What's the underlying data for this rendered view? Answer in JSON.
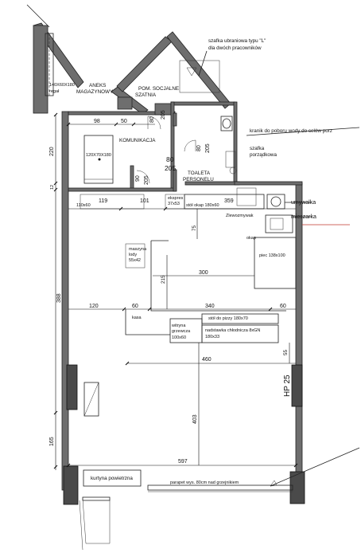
{
  "rooms": {
    "aneks": "ANEKS",
    "magazynowy": "MAGAZYNOWY",
    "pom_socjalne": "POM. SOCJALNE",
    "szatnia": "SZATNIA",
    "komunikacja": "KOMUNIKACJA",
    "toaleta": "TOALETA",
    "personelu": "PERSONELU"
  },
  "labels": {
    "szafka_line1": "szafka ubraniowa typu \"L\"",
    "szafka_line2": "dla dwóch pracowników",
    "kranik": "kranik do poboru wody do celów porz",
    "szafka_porz_1": "szafka",
    "szafka_porz_2": "porządkowa",
    "regal_top": "140X60X180",
    "regal_bottom": "regał",
    "regal_komunikacja": "120X70X180",
    "umywalka": "umywalka",
    "mieszarka": "mieszarka",
    "zlewozmywak": "Zlewozmywak",
    "okap": "okap",
    "piec": "piec 138x100",
    "stol_okap": "stół okap 180x60",
    "ekspres_1": "ekspres",
    "ekspres_2": "37x53",
    "gab_110": "110x60",
    "maszyna_1": "maszyna",
    "maszyna_2": "lody",
    "maszyna_3": "55x42",
    "kasa": "kasa",
    "stol_pizza": "stół do pizzy 180x70",
    "nadstawka_1": "nadstawka chłodnicza 8xGN",
    "nadstawka_2": "180x33",
    "witryna_1": "witryna",
    "witryna_2": "grzewcza",
    "witryna_3": "100x60",
    "kurtyna": "kurtyna powietrzna",
    "parapet": "parapet wys. 80cm nad grzejnikiem",
    "hp": "HP 25"
  },
  "dims": {
    "d98": "98",
    "d50": "50",
    "d80a": "80",
    "d205a": "205",
    "d220": "220",
    "d12": "12",
    "d80b": "80",
    "d205b": "205",
    "d90": "90",
    "d205c": "205",
    "d80c": "80",
    "d205d": "205",
    "d119": "119",
    "d101": "101",
    "d359": "359",
    "d75": "75",
    "d300": "300",
    "d215": "215",
    "d120": "120",
    "d60a": "60",
    "d340": "340",
    "d60b": "60",
    "d388": "388",
    "d460": "460",
    "d55": "55",
    "d403": "403",
    "d165": "165",
    "d597": "597"
  }
}
